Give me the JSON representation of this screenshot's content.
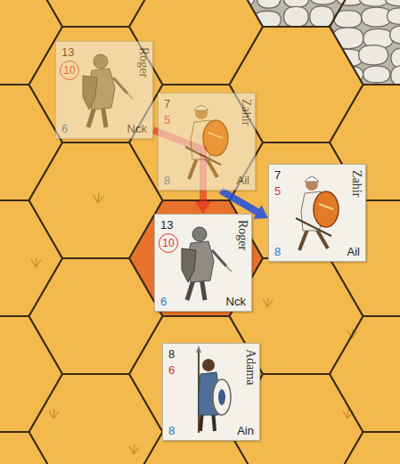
{
  "diagram": {
    "nodes": [
      {
        "text": [
          "13",
          "10",
          "6",
          "Roger",
          "Nck"
        ]
      },
      {
        "text": [
          "7",
          "5",
          "8",
          "Zahir",
          "Ail"
        ]
      },
      {
        "text": [
          "7",
          "5",
          "8",
          "Zahir",
          "Ail"
        ]
      },
      {
        "text": [
          "13",
          "10",
          "6",
          "Roger",
          "Nck"
        ]
      },
      {
        "text": [
          "8",
          "6",
          "8",
          "Adama",
          "Ain"
        ]
      }
    ],
    "edges": [
      {
        "from": 0,
        "to": 3,
        "arrow": "to"
      },
      {
        "from": 1,
        "to": 2,
        "arrow": "to"
      }
    ]
  }
}
